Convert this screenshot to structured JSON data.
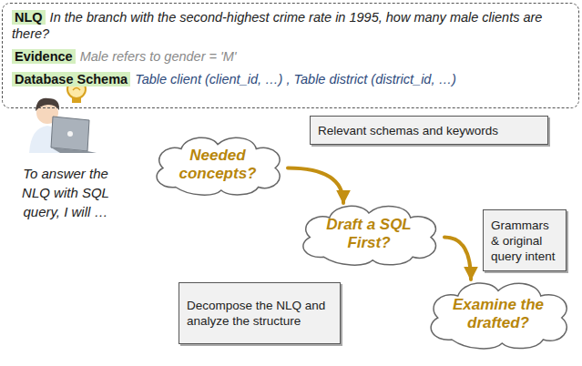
{
  "diagram": {
    "nodes": [
      {
        "text": [
          "NLQ",
          "In the branch with the second-highest crime rate in 1995, how many male clients are there?",
          "Evidence",
          "Male refers to gender = 'M'",
          "Database Schema",
          "Table client (client_id, …) , Table district (district_id, …)"
        ]
      },
      {
        "text": [
          "Needed concepts?"
        ]
      },
      {
        "text": [
          "Relevant schemas and keywords"
        ]
      },
      {
        "text": [
          "Draft a SQL First?"
        ]
      },
      {
        "text": [
          "Grammars & original query intent"
        ]
      },
      {
        "text": [
          "Decompose the NLQ and analyze the structure"
        ]
      },
      {
        "text": [
          "Examine the drafted?"
        ]
      }
    ],
    "edges": [
      {
        "from": 1,
        "to": 3,
        "arrow": "to"
      },
      {
        "from": 3,
        "to": 6,
        "arrow": "to"
      }
    ],
    "labels": [
      "To answer the NLQ with SQL query, I will …"
    ]
  }
}
